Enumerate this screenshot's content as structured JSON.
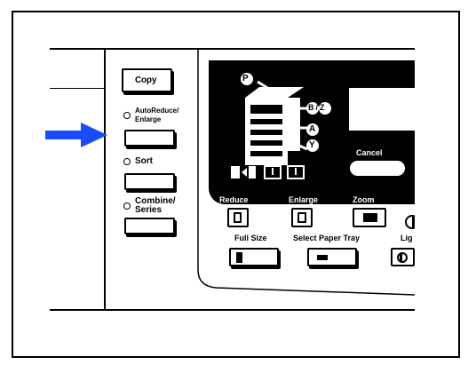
{
  "left_panel": {
    "copy_label": "Copy",
    "auto_reduce_label_line1": "AutoReduce/",
    "auto_reduce_label_line2": "Enlarge",
    "sort_label": "Sort",
    "combine_label_line1": "Combine/",
    "combine_label_line2": "Series"
  },
  "machine_diagram": {
    "paper_tray_letters": [
      "P",
      "B/Z",
      "A",
      "Y"
    ]
  },
  "right_panel": {
    "cancel_label": "Cancel",
    "reduce_label": "Reduce",
    "enlarge_label": "Enlarge",
    "zoom_label": "Zoom",
    "full_size_label": "Full Size",
    "select_paper_tray_label": "Select Paper Tray",
    "lighter_label_partial": "Lig"
  },
  "pointer": {
    "color": "#1a4bff"
  }
}
